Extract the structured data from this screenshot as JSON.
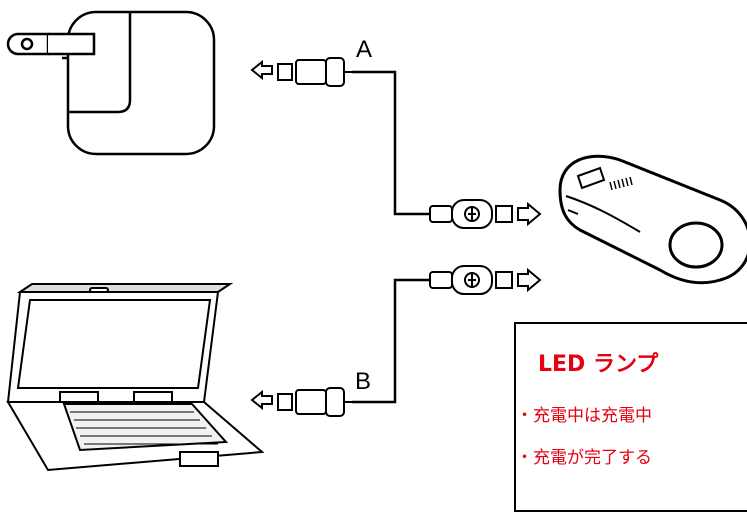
{
  "cable_labels": {
    "a": "A",
    "b": "B"
  },
  "led_panel": {
    "title": "LED ランプ",
    "lines": [
      "・充電中は充電中",
      "・充電が完了する"
    ],
    "text_color": "#e60012"
  },
  "icons": [
    "wall-adapter-icon",
    "laptop-icon",
    "usb-a-plug-icon",
    "micro-usb-plug-icon",
    "device-icon",
    "direction-arrow-icon"
  ]
}
